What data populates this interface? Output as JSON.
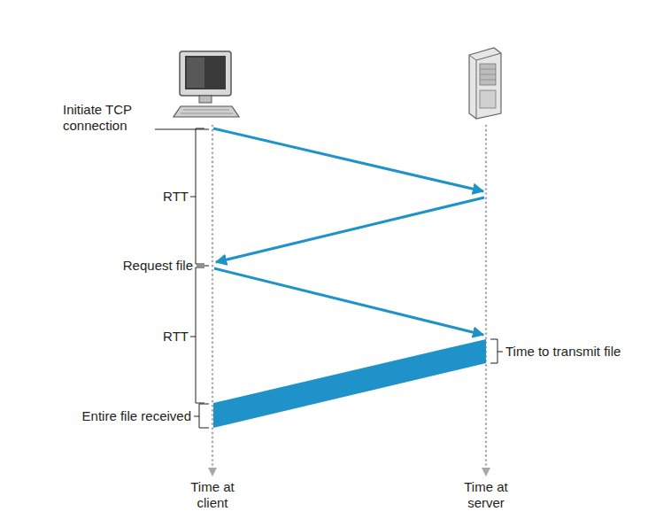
{
  "diagram": {
    "labels": [
      "Initiate TCP connection",
      "RTT",
      "Request file",
      "RTT",
      "Time to transmit file",
      "Entire file received",
      "Time at client",
      "Time at server"
    ]
  }
}
